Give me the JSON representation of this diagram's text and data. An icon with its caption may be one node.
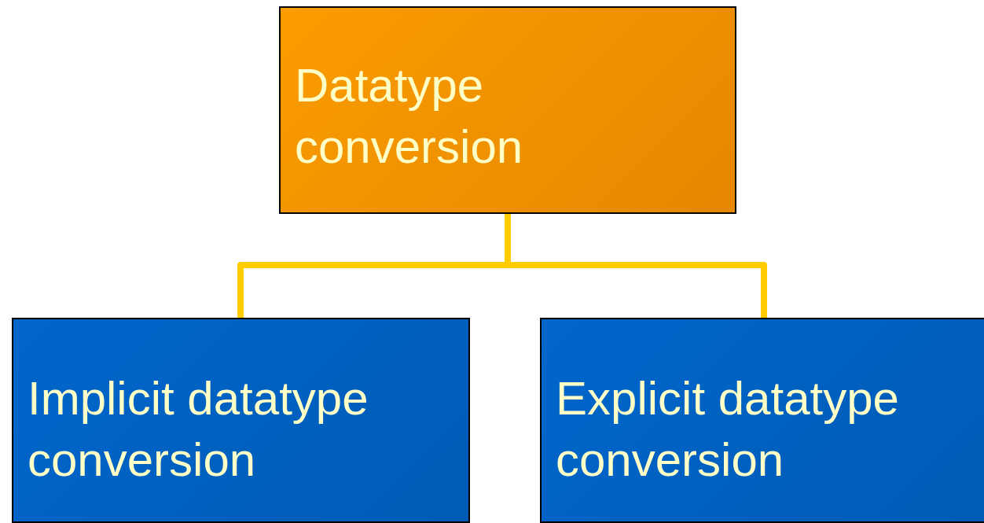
{
  "diagram": {
    "nodes": [
      {
        "text": [
          "Datatype conversion"
        ]
      },
      {
        "text": [
          "Implicit datatype conversion"
        ]
      },
      {
        "text": [
          "Explicit datatype conversion"
        ]
      }
    ],
    "edges": [
      {
        "from": 0,
        "to": 1,
        "arrow": "none"
      },
      {
        "from": 0,
        "to": 2,
        "arrow": "none"
      }
    ]
  }
}
